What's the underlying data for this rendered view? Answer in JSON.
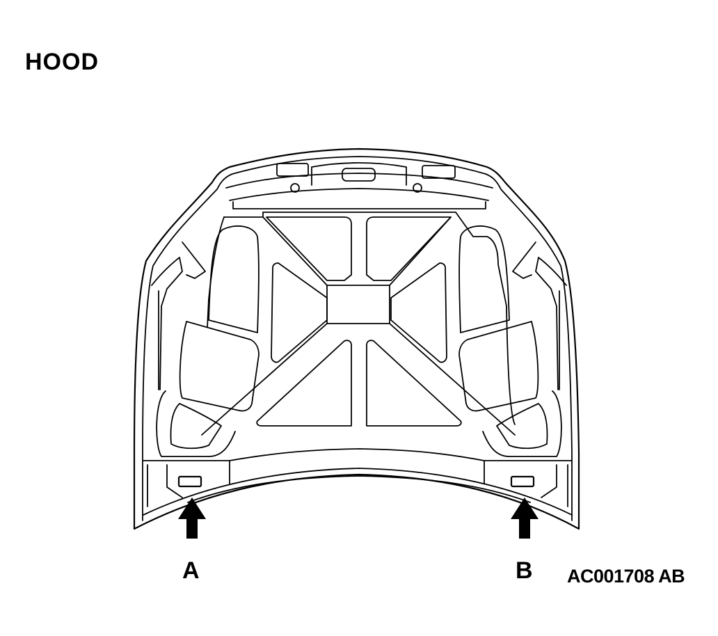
{
  "title": "HOOD",
  "callouts": {
    "a": "A",
    "b": "B"
  },
  "figure_code": "AC001708 AB",
  "icons": {
    "arrow": "up-arrow-icon"
  },
  "colors": {
    "ink": "#000000",
    "background": "#ffffff"
  }
}
